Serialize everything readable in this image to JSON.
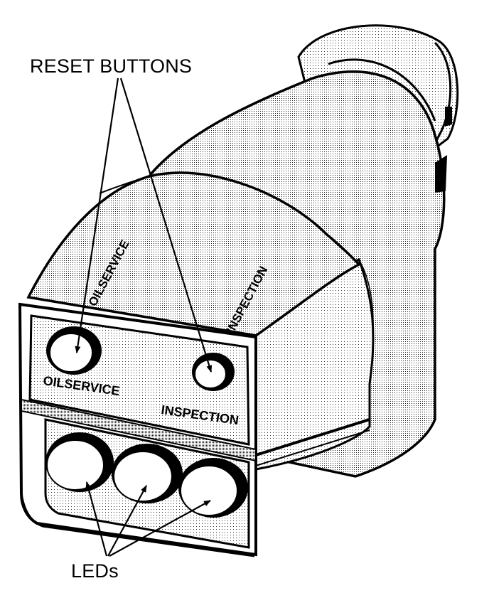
{
  "callouts": {
    "reset_buttons": "RESET BUTTONS",
    "leds": "LEDs"
  },
  "labels": {
    "top_oil": "OILSERVICE",
    "top_inspection": "INSPECTION",
    "front_oil": "OILSERVICE",
    "front_inspection": "INSPECTION"
  }
}
